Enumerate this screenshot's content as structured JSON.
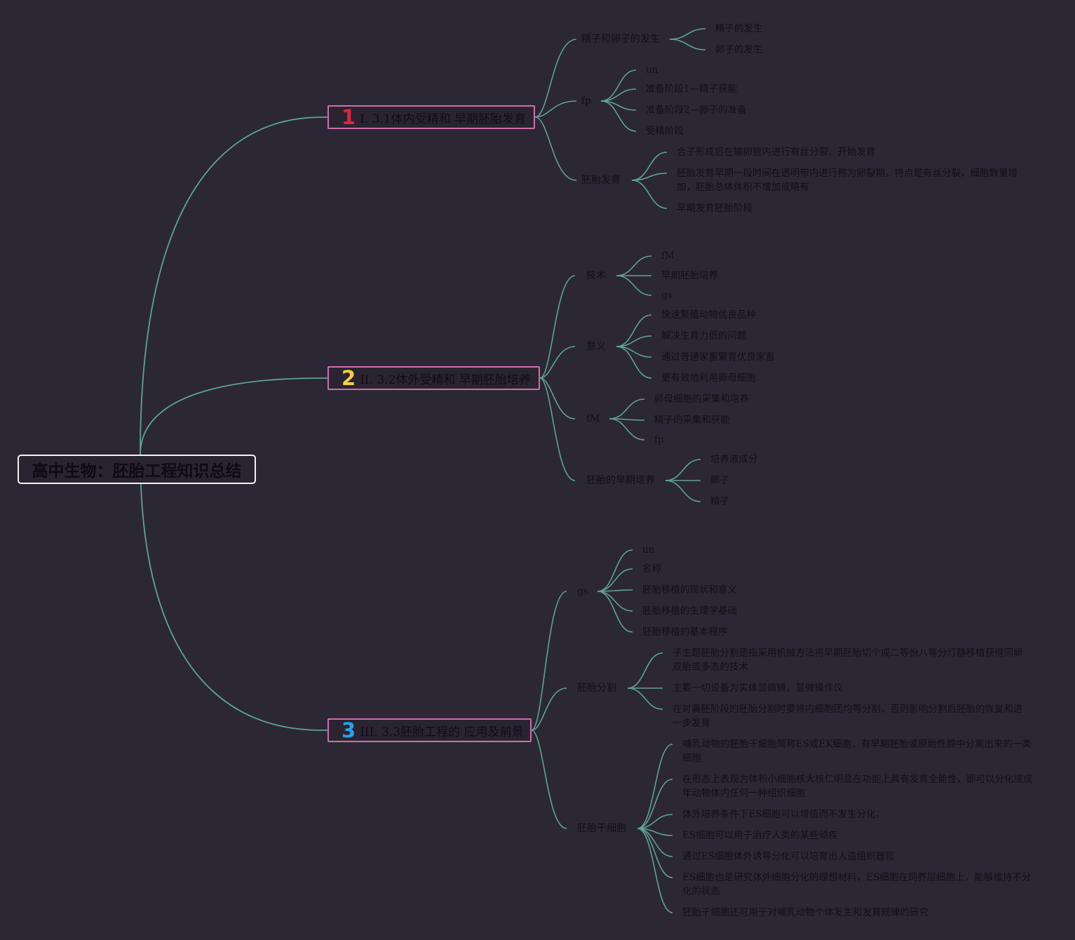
{
  "root": {
    "title": "高中生物：胚胎工程知识总结"
  },
  "branches": [
    {
      "badge": "1",
      "badge_color": "#e0243e",
      "title": "I. 3.1体内受精和 早期胚胎发育",
      "subs": [
        {
          "label": "精子和卵子的发生",
          "leaves": [
            "精子的发生",
            "卵子的发生"
          ]
        },
        {
          "label": "fp",
          "leaves": [
            "un",
            "准备阶段1—精子获能",
            "准备阶段2—卵子的准备",
            "受精阶段"
          ]
        },
        {
          "label": "胚胎发育",
          "leaves": [
            "合子形成后在输卵管内进行有丝分裂，开始发育",
            "胚胎发育早期一段时间在透明带内进行称为卵裂期，特点是有丝分裂，细胞数量增加，胚胎总体体积不增加或略有",
            "早期发育胚胎阶段"
          ]
        }
      ]
    },
    {
      "badge": "2",
      "badge_color": "#f2cf47",
      "title": "II. 3.2体外受精和 早期胚胎培养",
      "subs": [
        {
          "label": "技术",
          "leaves": [
            "fM",
            "早期胚胎培养",
            "gs"
          ]
        },
        {
          "label": "意义",
          "leaves": [
            "快速繁殖动物优良品种",
            "解决生育力低的问题",
            "通过普通家畜繁育优良家畜",
            "更有效地利用卵母细胞"
          ]
        },
        {
          "label": "fM",
          "leaves": [
            "卵母细胞的采集和培养",
            "精子的采集和获能",
            "fp"
          ]
        },
        {
          "label": "胚胎的早期培养",
          "leaves": [
            "培养液成分",
            "卵子",
            "精子"
          ]
        }
      ]
    },
    {
      "badge": "3",
      "badge_color": "#2e9fe6",
      "title": "III. 3.3胚胎工程的 应用及前景",
      "subs": [
        {
          "label": "gs",
          "leaves": [
            "un",
            "名称",
            "胚胎移植的现状和意义",
            "胚胎移植的生理学基础",
            "胚胎移植的基本程序"
          ]
        },
        {
          "label": "胚胎分割",
          "leaves": [
            "子主题胚胎分割是指采用机械方法将早期胚胎切个成二等份八等分灯静移植获得同卵双胎或多态的技术",
            "主要一切设备为实体显微镜，显微操作仪",
            "在对囊胚阶段的胚胎分割时要将内细胞团均等分割，否则影响分割后胚胎的恢复和进一步发育"
          ]
        },
        {
          "label": "胚胎干细胞",
          "leaves": [
            "哺乳动物的胚胎干细胞简称ES或EK细胞，有早期胚胎或原始性腺中分离出来的一类细胞",
            "在形态上表现为体积小细胞核大核仁明显在功能上具有发育全能性，即可以分化成成年动物体内任何一种组织细胞",
            "体外培养条件下ES细胞可以增值而不发生分化，",
            "ES细胞可以用于治疗人类的某些顽疾",
            "通过ES细胞体外诱导分化可以培育出人造组织器官",
            "ES细胞也是研究体外细胞分化的理想材料，ES细胞在饲养层细胞上，能够维持不分化的状态",
            "胚胎干细胞还可用于对哺乳动物个体发生和发育规律的研究"
          ]
        }
      ]
    }
  ],
  "colors": {
    "background": "#2c2734",
    "connector": "#5fa394",
    "main_border": "#cf6fab",
    "root_border": "#f2f2f2"
  }
}
